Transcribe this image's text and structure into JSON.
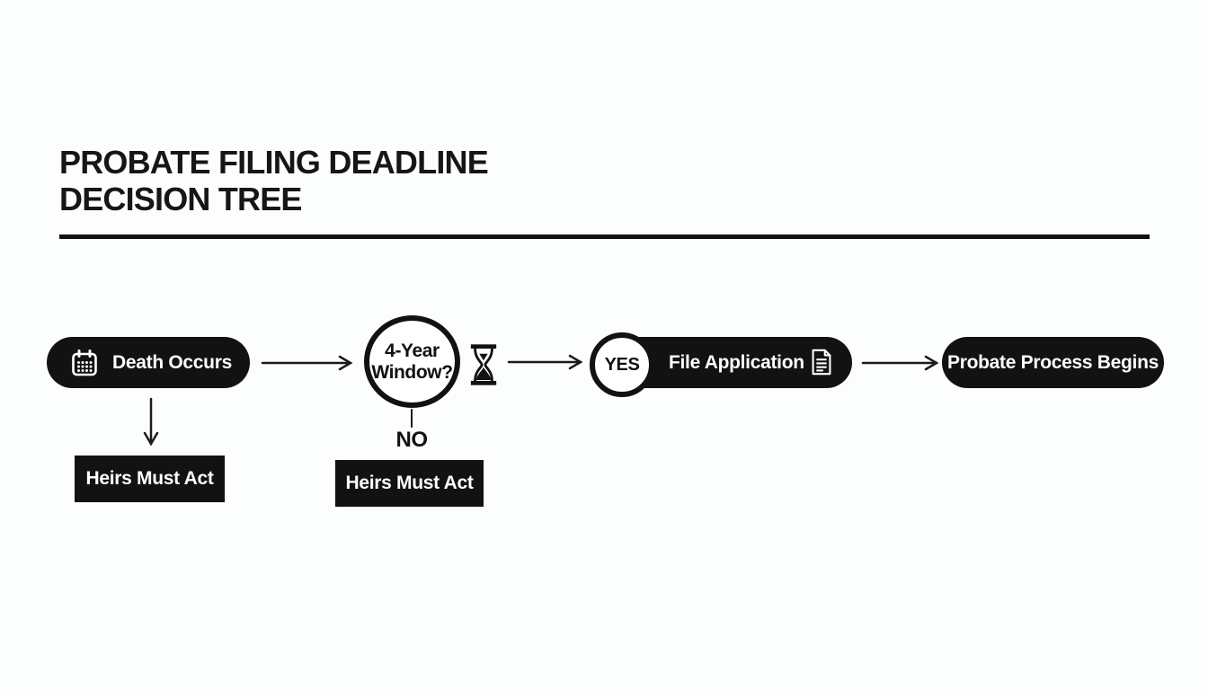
{
  "title": {
    "line1": "PROBATE FILING DEADLINE",
    "line2": "DECISION TREE"
  },
  "colors": {
    "background": "#fcfdfd",
    "node_fill": "#121212",
    "node_text": "#ffffff",
    "line": "#1a1a1a"
  },
  "nodes": {
    "death": {
      "label": "Death Occurs",
      "icon": "calendar-icon"
    },
    "decision": {
      "line1": "4-Year",
      "line2": "Window?",
      "icon": "hourglass-icon"
    },
    "yes_badge": "YES",
    "file": {
      "label": "File Application",
      "icon": "document-icon"
    },
    "end": {
      "label": "Probate Process Begins"
    },
    "heirs_left": {
      "label": "Heirs Must Act"
    },
    "no_badge": "NO",
    "heirs_right": {
      "label": "Heirs Must Act"
    }
  }
}
